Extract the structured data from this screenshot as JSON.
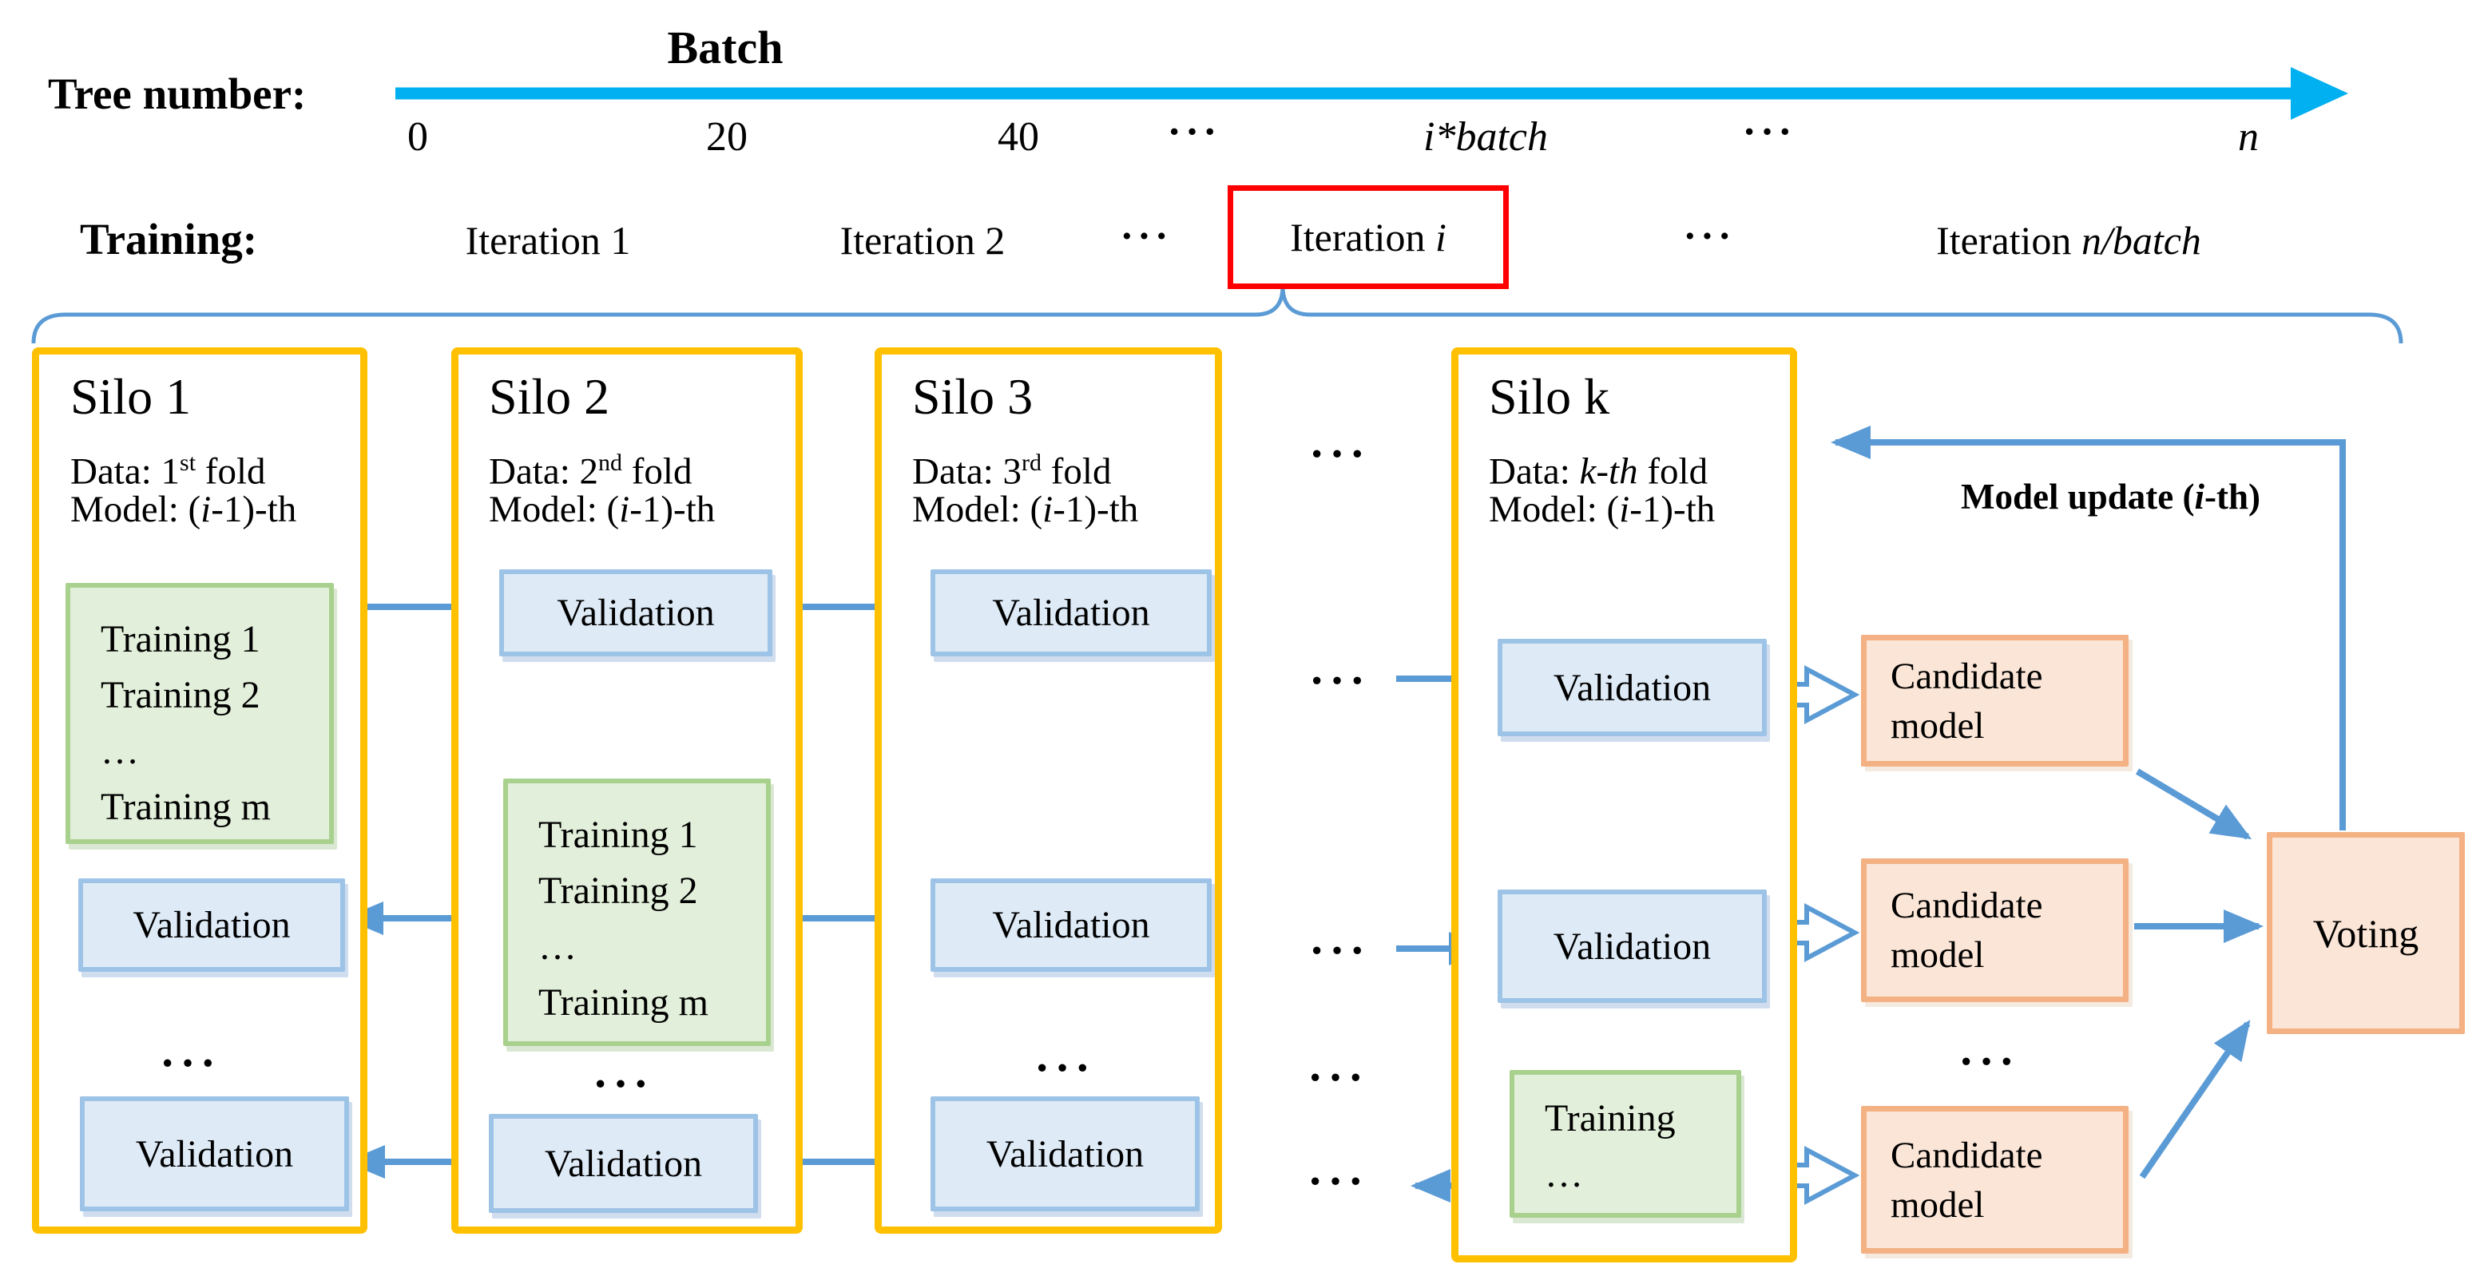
{
  "figure_type": "training-scheme-diagram",
  "colors": {
    "axis_cyan": "#00B0F0",
    "arrow_blue": "#5B9BD5",
    "silo_border_orange": "#FFC000",
    "validation_fill": "#DEEBF7",
    "validation_border": "#9DC3E6",
    "training_fill": "#E2EFDA",
    "training_border": "#A9D18E",
    "candidate_fill": "#FBE5D6",
    "candidate_border": "#F4B183",
    "highlight_red": "#FF0000"
  },
  "glyphs": {
    "ellipsis": "···",
    "dots_line": "…"
  },
  "timeline": {
    "tree_label": "Tree number:",
    "batch_title": "Batch",
    "ticks": [
      "0",
      "20",
      "40",
      "···",
      "i*batch",
      "···",
      "n"
    ],
    "training_label": "Training:",
    "iterations": [
      "Iteration 1",
      "Iteration 2",
      "···"
    ],
    "iteration_i_pre": "Iteration ",
    "iteration_i": "i",
    "iteration_dots2": "···",
    "iteration_last_pre": "Iteration ",
    "iteration_last_italic": "n/batch"
  },
  "silos": [
    {
      "title": "Silo 1",
      "data_pre": "Data: 1",
      "data_sup": "st",
      "data_italic": "",
      "data_post": " fold",
      "model_pre": "Model: (",
      "model_italic": "i",
      "model_post": "-1)-th",
      "training_lines": [
        "Training 1",
        "Training 2",
        "…",
        "Training m"
      ]
    },
    {
      "title": "Silo 2",
      "data_pre": "Data: 2",
      "data_sup": "nd",
      "data_italic": "",
      "data_post": " fold",
      "model_pre": "Model: (",
      "model_italic": "i",
      "model_post": "-1)-th",
      "training_lines": [
        "Training 1",
        "Training 2",
        "…",
        "Training m"
      ]
    },
    {
      "title": "Silo 3",
      "data_pre": "Data: 3",
      "data_sup": "rd",
      "data_italic": "",
      "data_post": " fold",
      "model_pre": "Model: (",
      "model_italic": "i",
      "model_post": "-1)-th",
      "training_lines": []
    },
    {
      "title": "Silo k",
      "data_pre": "Data: ",
      "data_sup": "",
      "data_italic": "k-th",
      "data_post": " fold",
      "model_pre": "Model: (",
      "model_italic": "i",
      "model_post": "-1)-th",
      "training_lines": [
        "Training",
        "…"
      ]
    }
  ],
  "labels": {
    "validation": "Validation",
    "candidate_line1": "Candidate",
    "candidate_line2": "model",
    "voting": "Voting",
    "model_update_pre": "Model update (",
    "model_update_i": "i",
    "model_update_post": "-th)"
  }
}
